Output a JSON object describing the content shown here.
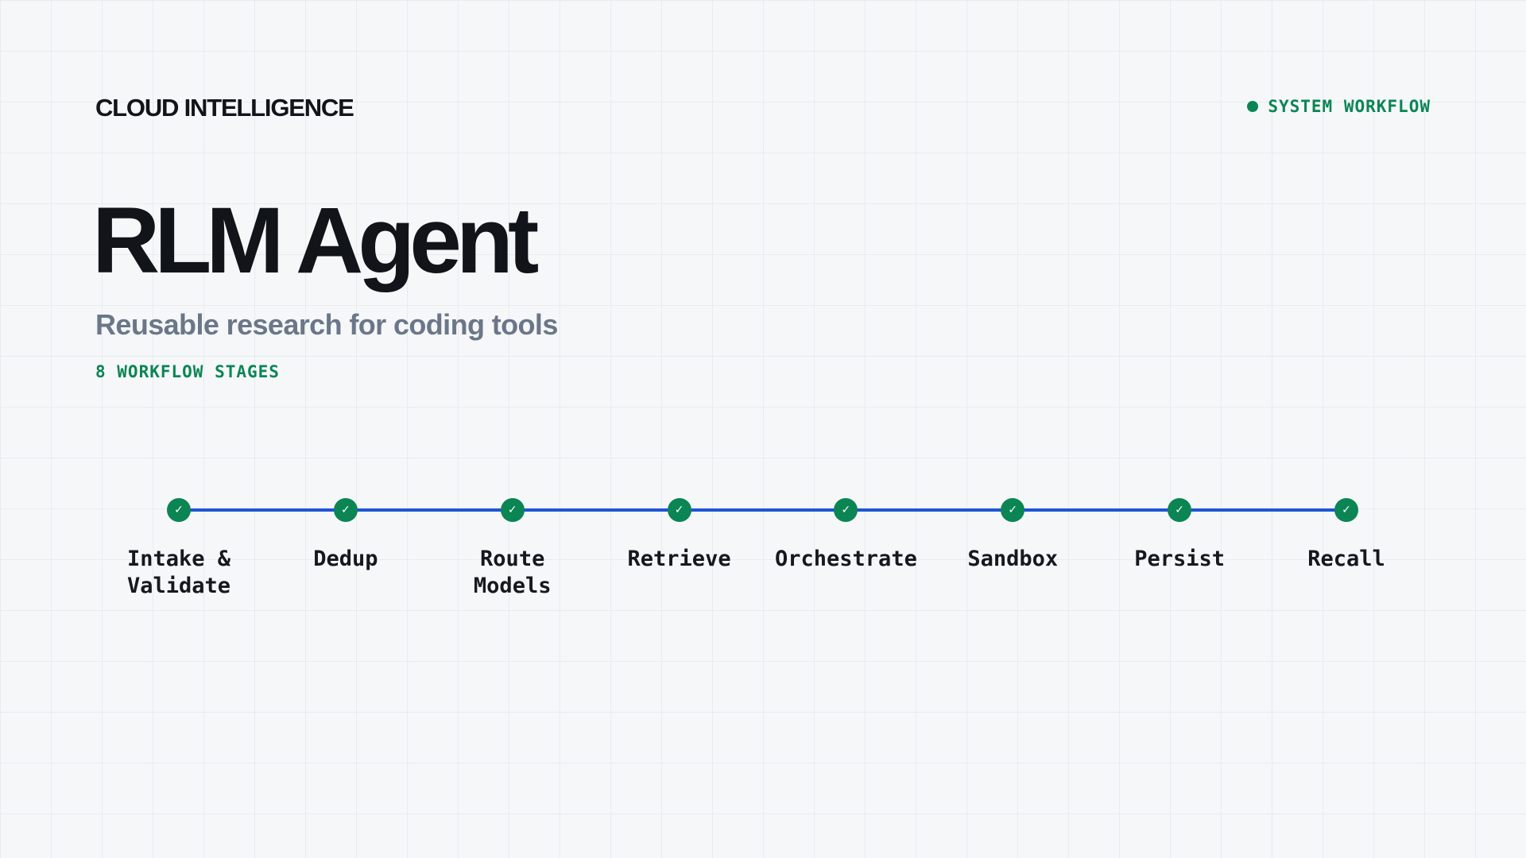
{
  "header": {
    "brand": "CLOUD INTELLIGENCE",
    "badge": {
      "label": "SYSTEM WORKFLOW",
      "icon": "status-dot-icon"
    }
  },
  "hero": {
    "title": "RLM Agent",
    "subtitle": "Reusable research for coding tools",
    "stage_count_label": "8 WORKFLOW STAGES"
  },
  "workflow": {
    "stage_icon": "checkmark-icon",
    "check_glyph": "✓",
    "stages": [
      {
        "label": "Intake &\nValidate",
        "status": "complete"
      },
      {
        "label": "Dedup",
        "status": "complete"
      },
      {
        "label": "Route\nModels",
        "status": "complete"
      },
      {
        "label": "Retrieve",
        "status": "complete"
      },
      {
        "label": "Orchestrate",
        "status": "complete"
      },
      {
        "label": "Sandbox",
        "status": "complete"
      },
      {
        "label": "Persist",
        "status": "complete"
      },
      {
        "label": "Recall",
        "status": "complete"
      }
    ]
  },
  "colors": {
    "accent_green": "#0b8553",
    "line_blue": "#1f55d6",
    "ink": "#111418",
    "muted": "#6b7788",
    "background": "#f5f7f9"
  }
}
